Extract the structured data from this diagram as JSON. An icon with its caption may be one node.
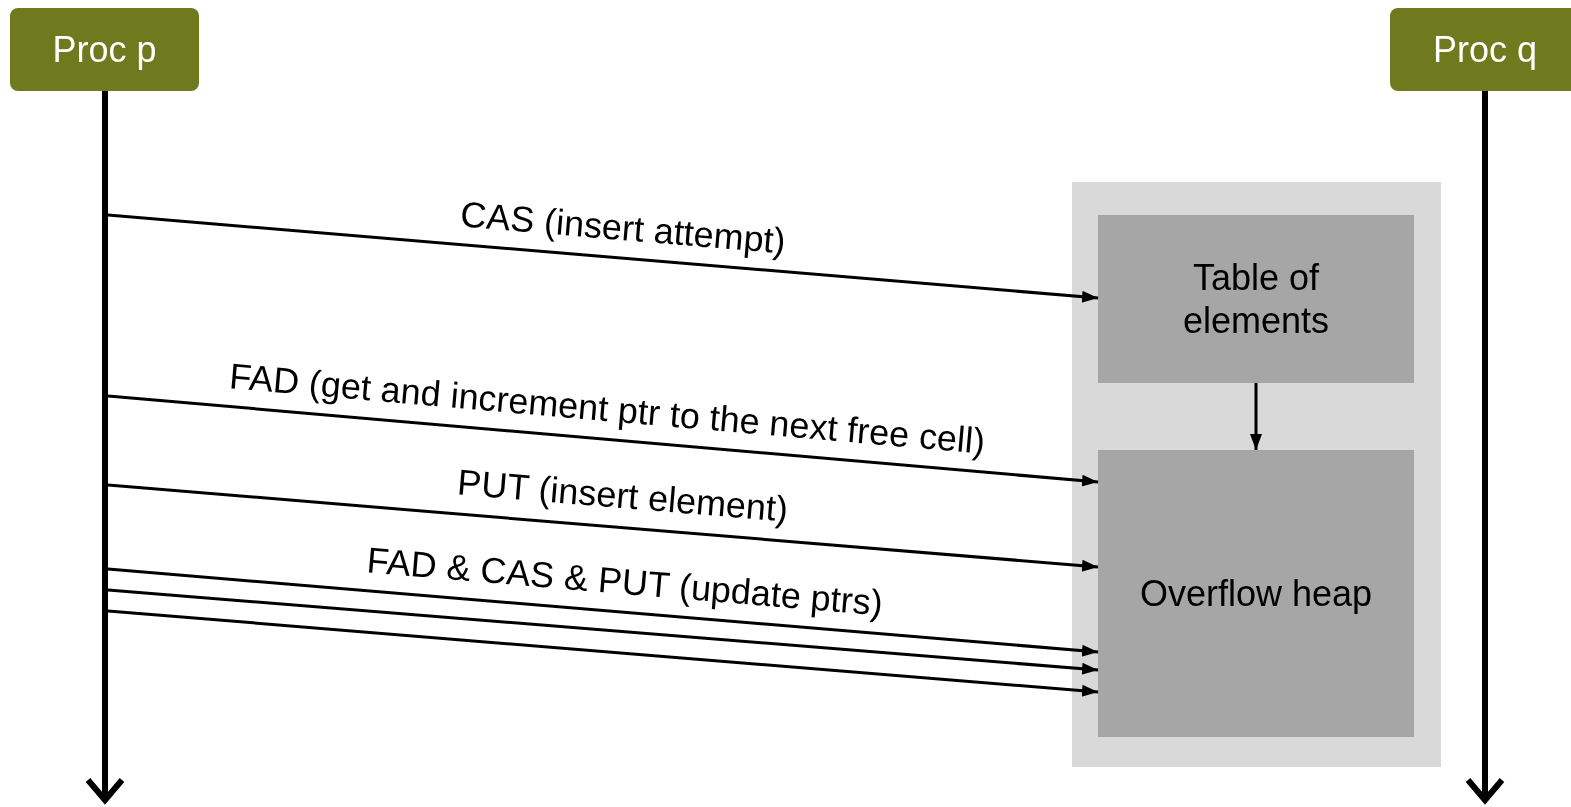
{
  "diagram": {
    "nodes": [
      {
        "text": [
          "Proc p"
        ]
      },
      {
        "text": [
          "Proc q"
        ]
      },
      {
        "text": [],
        "shape": "box"
      },
      {
        "text": [
          "Table of elements"
        ],
        "in": 2
      },
      {
        "text": [
          "Overflow heap"
        ],
        "in": 2
      }
    ],
    "edges": [
      {
        "from": 0,
        "to": null,
        "arrow": "to",
        "style": "thick"
      },
      {
        "from": 1,
        "to": null,
        "arrow": "to",
        "style": "thick"
      },
      {
        "from": null,
        "to": 3,
        "arrow": "to",
        "label": "CAS (insert attempt)"
      },
      {
        "from": 3,
        "to": 4,
        "arrow": "to"
      },
      {
        "from": null,
        "to": 4,
        "arrow": "to",
        "label": "FAD (get and increment ptr to the next free cell)"
      },
      {
        "from": null,
        "to": 4,
        "arrow": "to",
        "label": "PUT (insert element)"
      },
      {
        "from": null,
        "to": 4,
        "arrow": "to",
        "label": "FAD & CAS & PUT (update ptrs)"
      },
      {
        "from": null,
        "to": 4,
        "arrow": "to"
      },
      {
        "from": null,
        "to": 4,
        "arrow": "to"
      }
    ]
  }
}
